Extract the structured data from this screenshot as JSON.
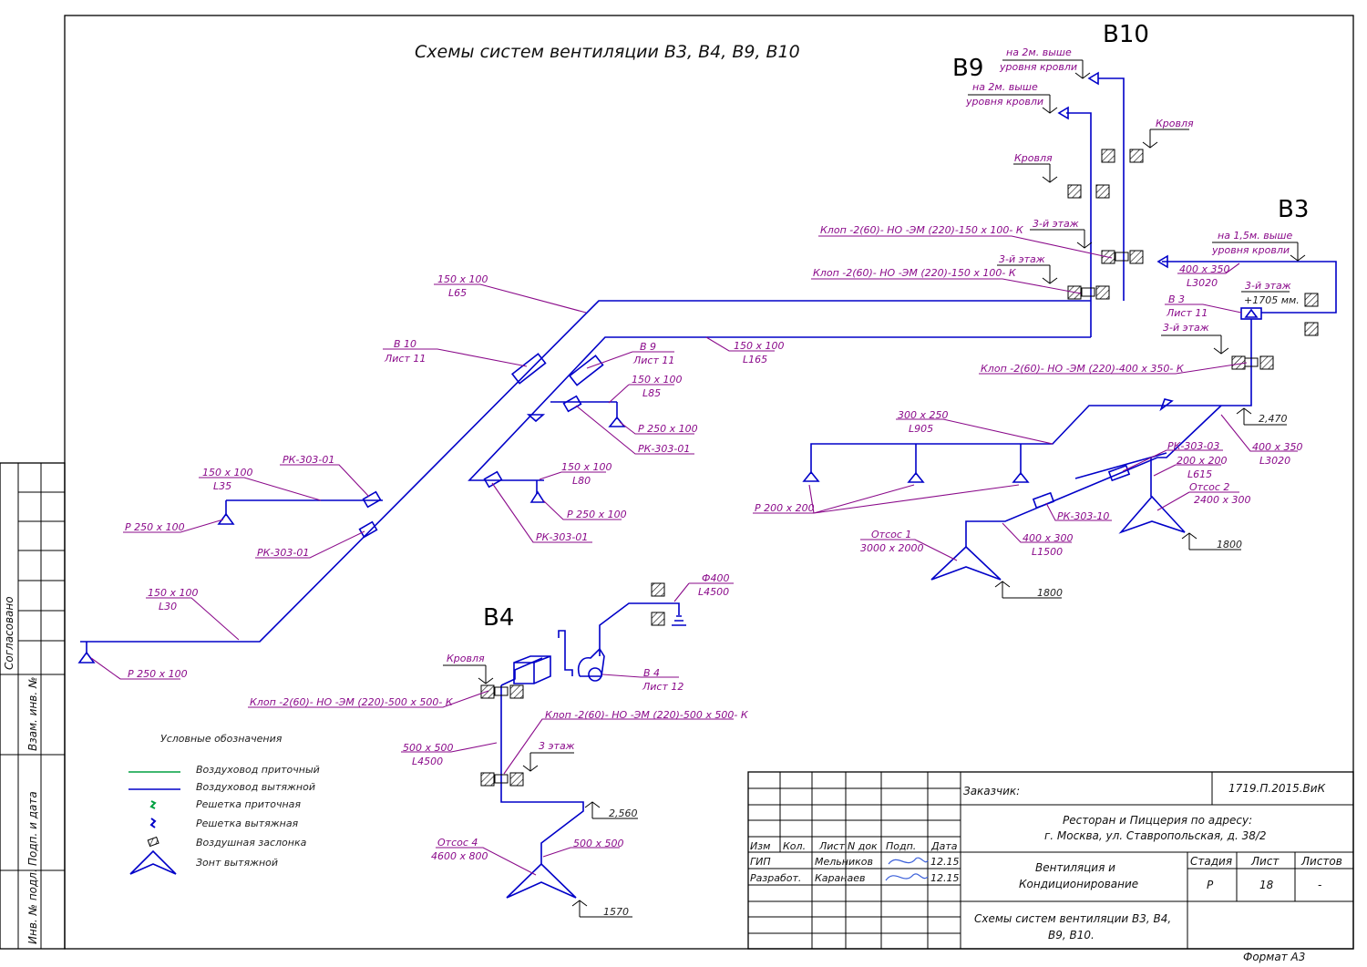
{
  "title": "Схемы систем вентиляции В3,  В4,  В9,  В10",
  "systems": {
    "b10": "В10",
    "b9": "В9",
    "b3": "В3",
    "b4": "В4"
  },
  "side_stamp": {
    "agreed": "Согласовано",
    "inv_replace": "Взам. инв. №",
    "sign_date": "Подп. и дата",
    "inv_original": "Инв. № подл."
  },
  "legend": {
    "heading": "Условные обозначения",
    "items": [
      "Воздуховод приточный",
      "Воздуховод вытяжной",
      "Решетка приточная",
      "Решетка вытяжная",
      "Воздушная заслонка",
      "Зонт вытяжной"
    ]
  },
  "labels": {
    "roof_b10_1": "на 2м. выше",
    "roof_b10_2": "уровня кровли",
    "roof_b9_1": "на 2м. выше",
    "roof_b9_2": "уровня кровли",
    "roof_b10": "Кровля",
    "roof_b9": "Кровля",
    "floor3_b10": "3-й этаж",
    "floor3_b9": "3-й этаж",
    "valve_b10": "Клоп -2(60)- НО -ЭМ (220)-150 х 100- К",
    "valve_b9": "Клоп -2(60)- НО -ЭМ (220)-150 х 100- К",
    "b3_roof1": "на 1,5м. выше",
    "b3_roof2": "уровня кровли",
    "b3_duct1": "400 х 350",
    "b3_duct1L": "L3020",
    "b3_floor": "3-й этаж",
    "b3_mark": "+1705 мм.",
    "b3_ref1": "В 3",
    "b3_ref2": "Лист  11",
    "b3_floor2": "3-й этаж",
    "valve_b3": "Клоп -2(60)- НО -ЭМ (220)-400 х 350- К",
    "b3_lvl": "2,470",
    "b3_duct2": "400 х 350",
    "b3_duct2L": "L3020",
    "b3_duct3": "300 х 250",
    "b3_duct3L": "L905",
    "b3_rk1": "РК-303-03",
    "b3_d4": "200 х 200",
    "b3_d4L": "L615",
    "b3_hood2": "Отсос 2",
    "b3_hood2s": "2400 х 300",
    "b3_grille": "Р 200 х 200",
    "b3_rk2": "РК-303-10",
    "b3_hood1": "Отсос  1",
    "b3_hood1s": "3000 х 2000",
    "b3_d5": "400 х 300",
    "b3_d5L": "L1500",
    "b3_lvl2": "1800",
    "b3_lvl3": "1800",
    "w_d1": "150 х 100",
    "w_d1L": "L65",
    "w_b10ref1": "В 10",
    "w_b10ref2": "Лист  11",
    "w_b9ref1": "В 9",
    "w_b9ref2": "Лист  11",
    "w_d2": "150 х 100",
    "w_d2L": "L165",
    "w_d3": "150 х 100",
    "w_d3L": "L85",
    "w_g1": "Р 250 х 100",
    "w_rk1": "РК-303-01",
    "w_d4": "150 х 100",
    "w_d4L": "L80",
    "w_g2": "Р 250 х 100",
    "w_rk2": "РК-303-01",
    "w_d5": "150 х 100",
    "w_d5L": "L35",
    "w_rk3": "РК-303-01",
    "w_g3": "Р 250 х 100",
    "w_rk4": "РК-303-01",
    "w_d6": "150 х 100",
    "w_d6L": "L30",
    "w_g4": "Р 250 х 100",
    "b4_d1": "Ф400",
    "b4_d1L": "L4500",
    "b4_roof": "Кровля",
    "b4_ref1": "В 4",
    "b4_ref2": "Лист  12",
    "valve_b4a": "Клоп -2(60)- НО -ЭМ (220)-500 х 500- К",
    "valve_b4b": "Клоп -2(60)- НО -ЭМ (220)-500 х 500- К",
    "b4_d2": "500 х 500",
    "b4_d2L": "L4500",
    "b4_floor": "3 этаж",
    "b4_lvl": "2,560",
    "b4_hood": "Отсос  4",
    "b4_hoods": "4600 х 800",
    "b4_d3": "500 х 500",
    "b4_lvl2": "1570"
  },
  "stamp": {
    "customer_label": "Заказчик:",
    "doc_code": "1719.П.2015.ВиК",
    "object_1": "Ресторан и Пиццерия по адресу:",
    "object_2": "г. Москва, ул. Ставропольская, д. 38/2",
    "col_izm": "Изм",
    "col_kol": "Кол.",
    "col_list": "Лист",
    "col_ndok": "N док",
    "col_podp": "Подп.",
    "col_data": "Дата",
    "row1_role": "ГИП",
    "row1_name": "Мельников",
    "row1_date": "12.15",
    "row2_role": "Разработ.",
    "row2_name": "Каранаев",
    "row2_date": "12.15",
    "section_1": "Вентиляция и",
    "section_2": "Кондиционирование",
    "h_stage": "Стадия",
    "h_sheet": "Лист",
    "h_sheets": "Листов",
    "v_stage": "Р",
    "v_sheet": "18",
    "v_sheets": "-",
    "sheet_title_1": "Схемы систем вентиляции В3,  В4,",
    "sheet_title_2": "В9,  В10.",
    "format": "Формат  А3"
  },
  "colors": {
    "exhaust": "#0000c8",
    "supply": "#00a040",
    "leader": "#8a0a8a"
  }
}
